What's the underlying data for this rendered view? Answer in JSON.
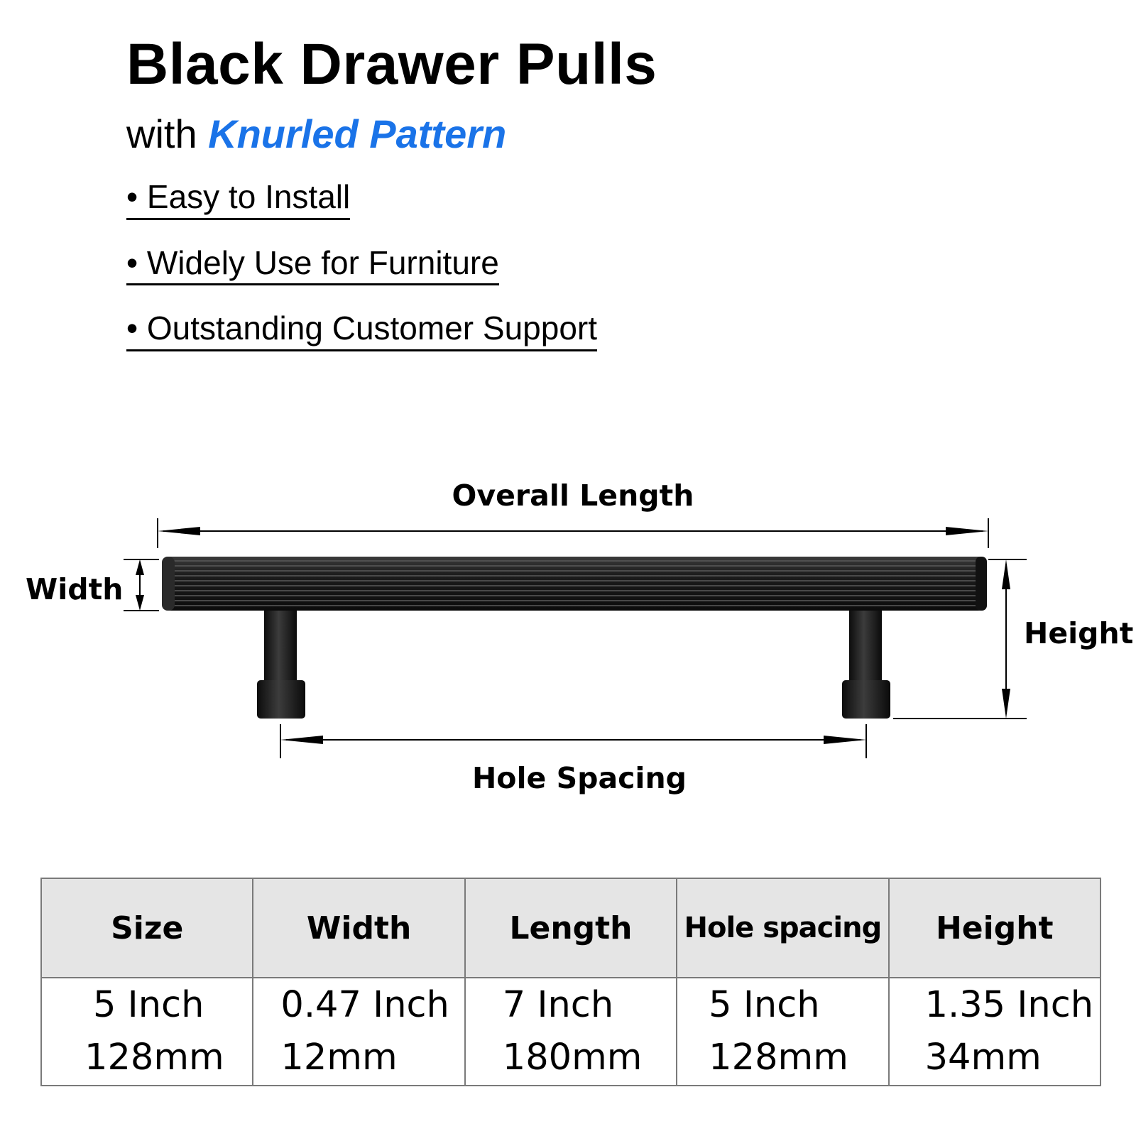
{
  "header": {
    "title": "Black Drawer Pulls",
    "subtitle_prefix": "with",
    "subtitle_accent": "Knurled Pattern",
    "accent_color": "#1a73e8"
  },
  "features": [
    "• Easy to Install",
    "• Widely Use for Furniture",
    "• Outstanding Customer Support"
  ],
  "diagram": {
    "overall_length": "Overall Length",
    "width": "Width",
    "height": "Height",
    "hole_spacing": "Hole Spacing",
    "product_color": "#1a1a1a"
  },
  "table": {
    "headers": [
      "Size",
      "Width",
      "Length",
      "Hole spacing",
      "Height"
    ],
    "rows": [
      [
        "5 Inch",
        "0.47 Inch",
        "7 Inch",
        "5 Inch",
        "1.35 Inch"
      ],
      [
        "128mm",
        "12mm",
        "180mm",
        "128mm",
        "34mm"
      ]
    ]
  }
}
